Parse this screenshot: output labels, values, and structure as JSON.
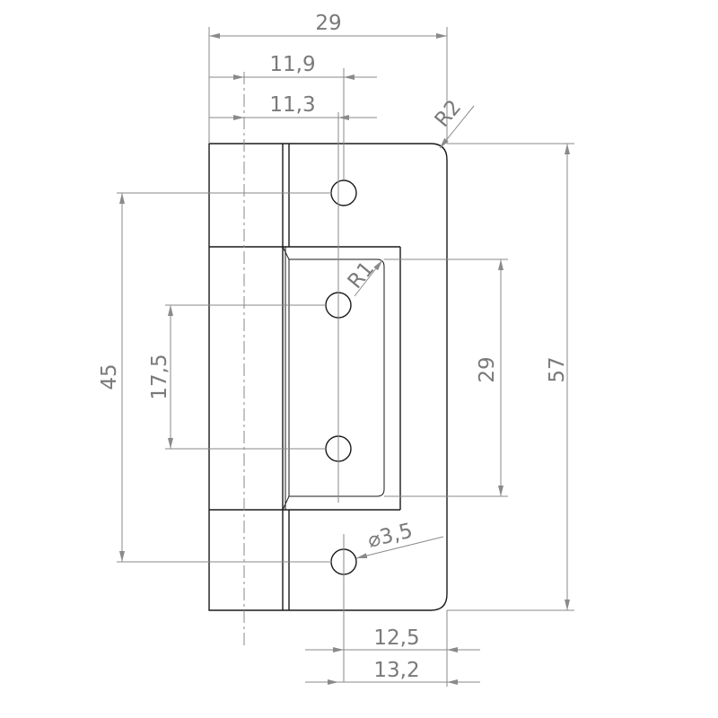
{
  "drawing": {
    "dimensions": {
      "overall_width": "29",
      "width_11_9": "11,9",
      "width_11_3": "11,3",
      "corner_radius_outer": "R2",
      "corner_radius_inner": "R1",
      "hole_spacing_outer": "45",
      "hole_spacing_inner": "17,5",
      "cutout_height": "29",
      "overall_height": "57",
      "hole_diameter": "⌀3,5",
      "offset_12_5": "12,5",
      "offset_13_2": "13,2"
    }
  }
}
